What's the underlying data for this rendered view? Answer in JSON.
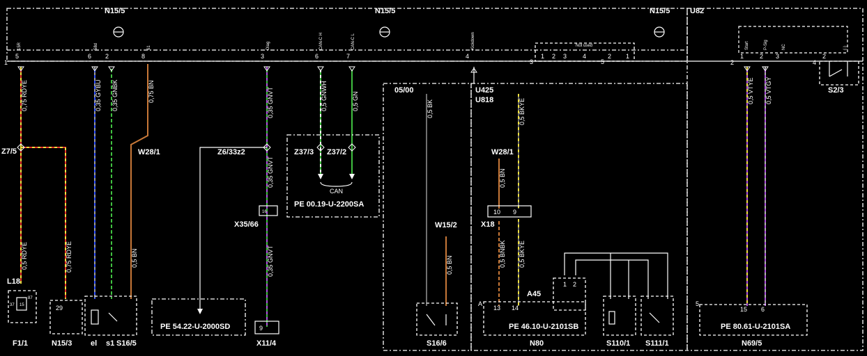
{
  "modules": {
    "n15_5_a": "N15/5",
    "n15_5_b": "N15/5",
    "n15_5_c": "N15/5",
    "u82": "U82",
    "not_used": "Not used"
  },
  "pins": {
    "p1": "1",
    "p5": "5",
    "p6": "6",
    "p2": "2",
    "p8": "8",
    "p3": "3",
    "p6b": "6",
    "p7": "7",
    "p4": "4",
    "p3b": "3",
    "p1b": "1",
    "p2b": "2",
    "p3c": "3",
    "p4b": "4",
    "p5b": "5",
    "p2c": "2",
    "p1c": "1",
    "u2": "2",
    "u1": "1",
    "u2b": "2",
    "u3": "3",
    "u4": "4",
    "u2c": "2"
  },
  "pin_names": {
    "p15r": "15R",
    "p58d": "58d",
    "p61": "61",
    "diag": "Diag",
    "canh": "CAN-C H",
    "canl": "CAN-C L",
    "kickdown": "Kickdown",
    "start": "Start",
    "psig": "P-Sig",
    "nc": "NC",
    "minus": "(-)"
  },
  "wires": {
    "w1": "0,75 RDYE",
    "w2": "0,35 GYBU",
    "w3": "0,35 GNBK",
    "w4": "0,75 BN",
    "w5": "0,35 GNVT",
    "w6": "0,5 GNWH",
    "w7": "0,5 GN",
    "w8": "0,5 BK",
    "w9": "0,5 BKYE",
    "w10": "0,5 VTYE",
    "w11": "0,5 VTGY",
    "w12": "0,5 RDYE",
    "w13": "0,75 RDYE",
    "w14": "0,5 BN",
    "w15": "0,35 GNVT",
    "w16": "0,35 GNVT",
    "w17": "0,5 BN",
    "w18": "0,5 BN",
    "w19": "0,5 BNBK",
    "w20": "0,5 BKYE"
  },
  "components": {
    "z7_5": "Z7/5",
    "w28_1": "W28/1",
    "z6_33z2": "Z6/33z2",
    "z37_3": "Z37/3",
    "z37_2": "Z37/2",
    "can": "CAN",
    "x35_66": "X35/66",
    "w28_1b": "W28/1",
    "x18": "X18",
    "w15_2": "W15/2",
    "l18": "L18",
    "f1_1": "F1/1",
    "n15_3": "N15/3",
    "el": "el",
    "s1": "s1",
    "s16_5": "S16/5",
    "x11_4": "X11/4",
    "s16_6": "S16/6",
    "n80": "N80",
    "s110_1": "S110/1",
    "s111_1": "S111/1",
    "n69_5": "N69/5",
    "s2_3": "S2/3",
    "a45": "A45",
    "u425": "U425",
    "u818": "U818",
    "since": "05/00"
  },
  "refs": {
    "pe1": "PE 00.19-U-2200SA",
    "pe2": "PE 54.22-U-2000SD",
    "pe3": "PE 46.10-U-2101SB",
    "pe4": "PE 80.61-U-2101SA"
  },
  "misc": {
    "f15": "15",
    "f37": "37",
    "f87": "87",
    "f29": "29",
    "x9": "9",
    "x16": "16",
    "x10": "10",
    "x9b": "9",
    "n13": "13",
    "n14": "14",
    "n15": "15",
    "n6": "6",
    "a": "A",
    "s2": "2",
    "s1": "1",
    "a1": "1",
    "a2": "2",
    "n5": "5"
  },
  "colors": {
    "wire_rdye_a": "#e8342c",
    "wire_rdye_b": "#f0e040",
    "wire_gybu_a": "#9a9a9a",
    "wire_gybu_b": "#3050ff",
    "wire_gnbk_a": "#40c040",
    "wire_gnvt_b": "#b050e0",
    "wire_bn": "#c87838",
    "wire_gnwh_b": "#ffffff",
    "wire_bk": "#707070",
    "wire_bkye_b": "#f0e040",
    "wire_vtye_a": "#b050e0",
    "wire_vtgy_b": "#b0b0b0"
  }
}
